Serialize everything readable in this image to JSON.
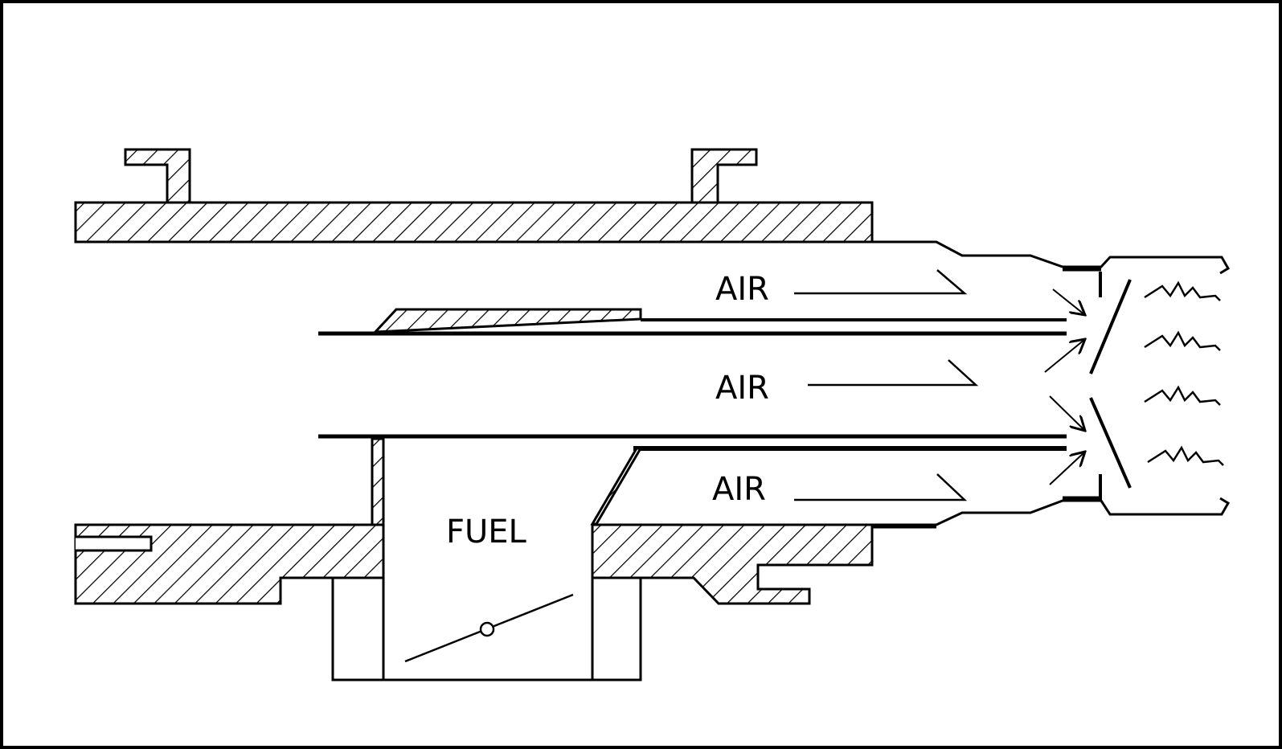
{
  "diagram": {
    "labels": {
      "air_upper": "AIR",
      "air_middle": "AIR",
      "air_lower": "AIR",
      "fuel": "FUEL"
    },
    "colors": {
      "line": "#000000",
      "background": "#ffffff",
      "border": "#000000"
    }
  }
}
